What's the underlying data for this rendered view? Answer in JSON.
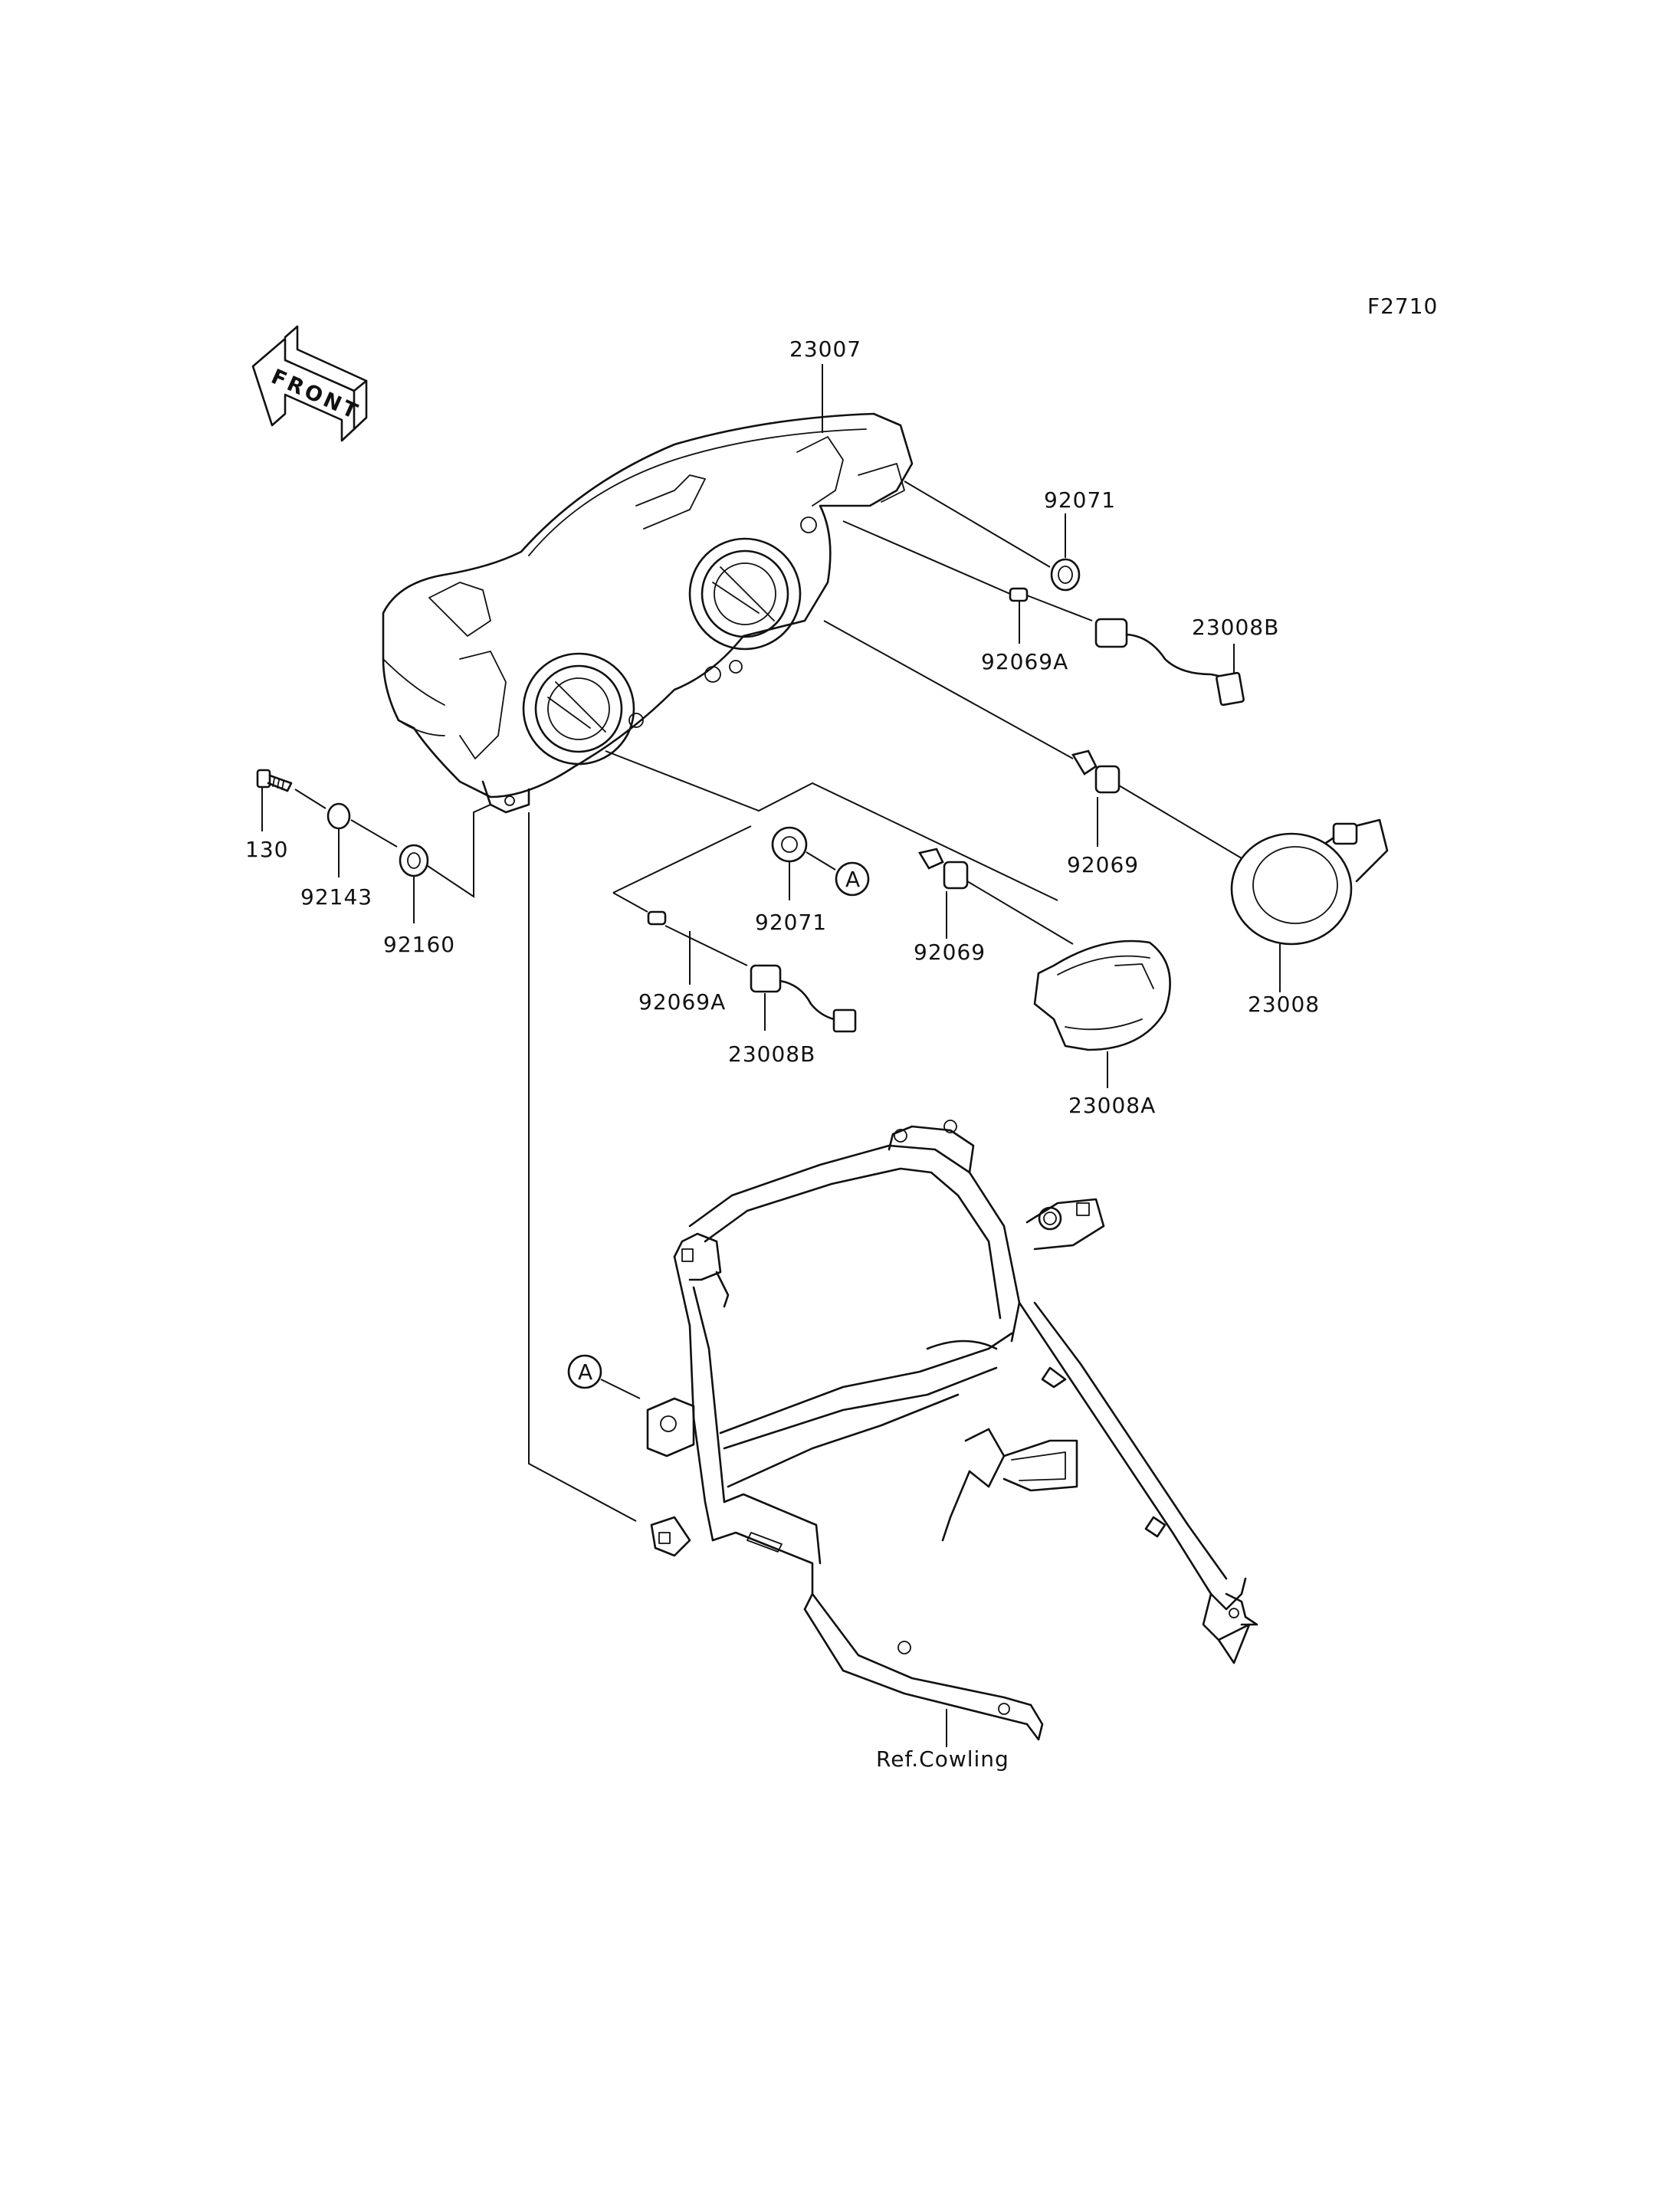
{
  "figure_code": "F2710",
  "front_arrow_text": "FRONT",
  "labels": {
    "headlight_assy": "23007",
    "grommet_upper": "92071",
    "bulb_upper_small": "92069A",
    "socket_upper": "23008B",
    "bulb_right": "92069",
    "cap_right": "23008",
    "bolt": "130",
    "collar": "92143",
    "damper": "92160",
    "grommet_lower": "92071",
    "bulb_lower": "92069",
    "cap_lower": "23008A",
    "bulb_lower_small": "92069A",
    "socket_lower": "23008B",
    "ref_cowling": "Ref.Cowling"
  },
  "callout_marker": "A",
  "icons": {
    "front_arrow": "front-direction-arrow-icon",
    "callout": "circle-callout-icon"
  },
  "colors": {
    "ink": "#111111",
    "background": "#ffffff"
  }
}
